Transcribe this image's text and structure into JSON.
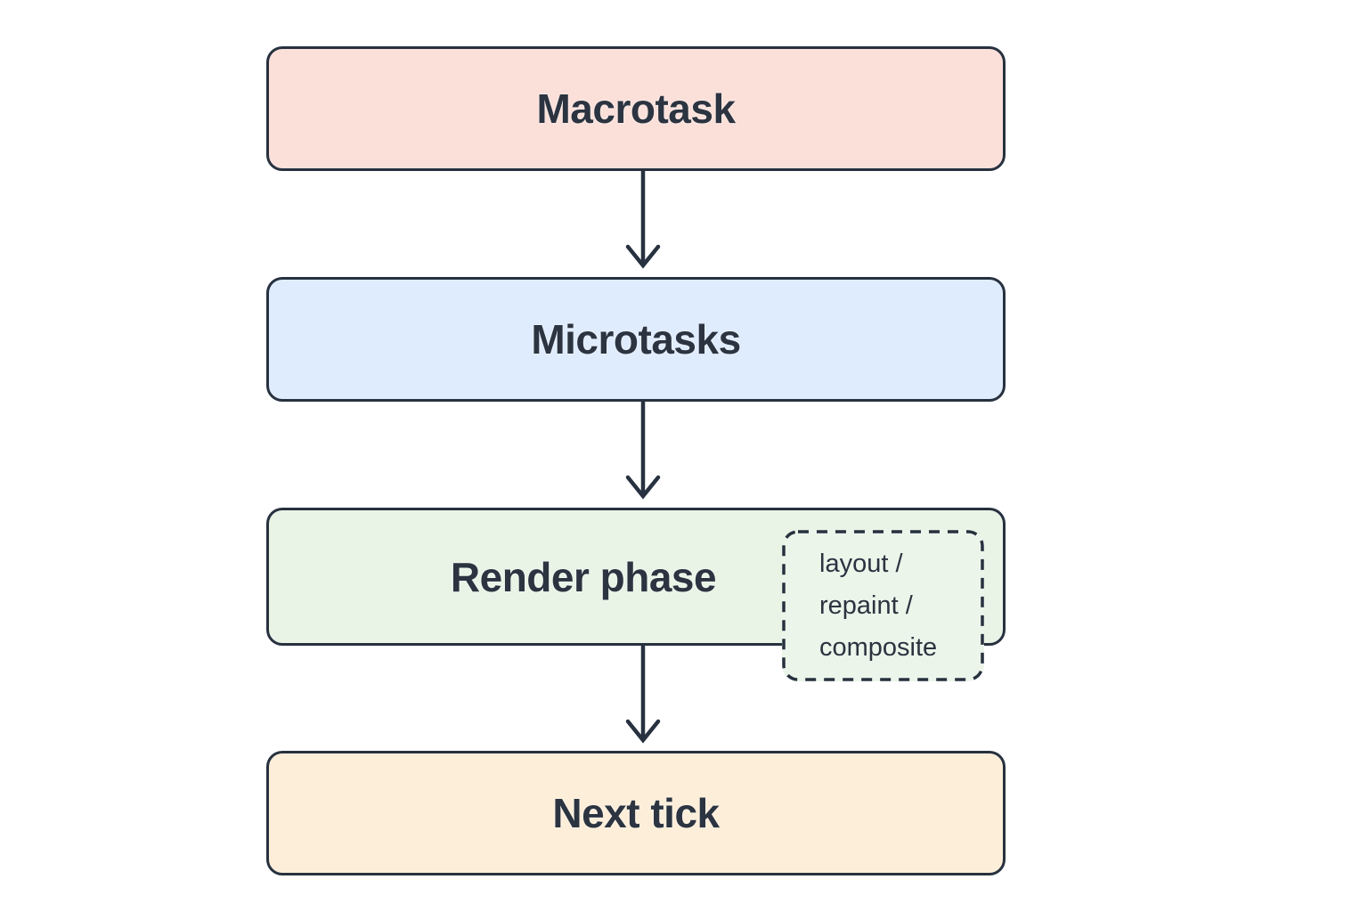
{
  "colors": {
    "background": "#ffffff",
    "stroke": "#27313f",
    "text": "#2b3440"
  },
  "nodes": [
    {
      "id": "macrotask",
      "label": "Macrotask",
      "fill": "#fbe0da"
    },
    {
      "id": "microtasks",
      "label": "Microtasks",
      "fill": "#dfecfd"
    },
    {
      "id": "render-phase",
      "label": "Render phase",
      "fill": "#e9f4e7"
    },
    {
      "id": "next-tick",
      "label": "Next tick",
      "fill": "#fdeeda"
    }
  ],
  "annotation": {
    "attached_to": "render-phase",
    "lines": [
      "layout /",
      "repaint /",
      "composite"
    ],
    "fill": "#ecf5ea",
    "border_style": "dashed"
  },
  "edges": [
    {
      "from": "macrotask",
      "to": "microtasks"
    },
    {
      "from": "microtasks",
      "to": "render-phase"
    },
    {
      "from": "render-phase",
      "to": "next-tick"
    }
  ]
}
